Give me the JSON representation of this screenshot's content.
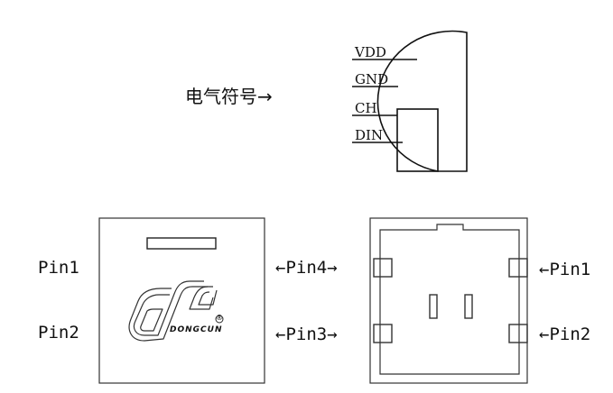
{
  "symbol": {
    "caption": "电气符号→",
    "pins": [
      "VDD",
      "GND",
      "CH",
      "DIN"
    ]
  },
  "top_view": {
    "left_labels": [
      "Pin1",
      "Pin2"
    ],
    "logo_text": "DONGCUN",
    "logo_mark": "®"
  },
  "bottom_view": {
    "left_labels": [
      "←Pin4→",
      "←Pin3→"
    ],
    "right_labels": [
      "←Pin1",
      "←Pin2"
    ]
  }
}
